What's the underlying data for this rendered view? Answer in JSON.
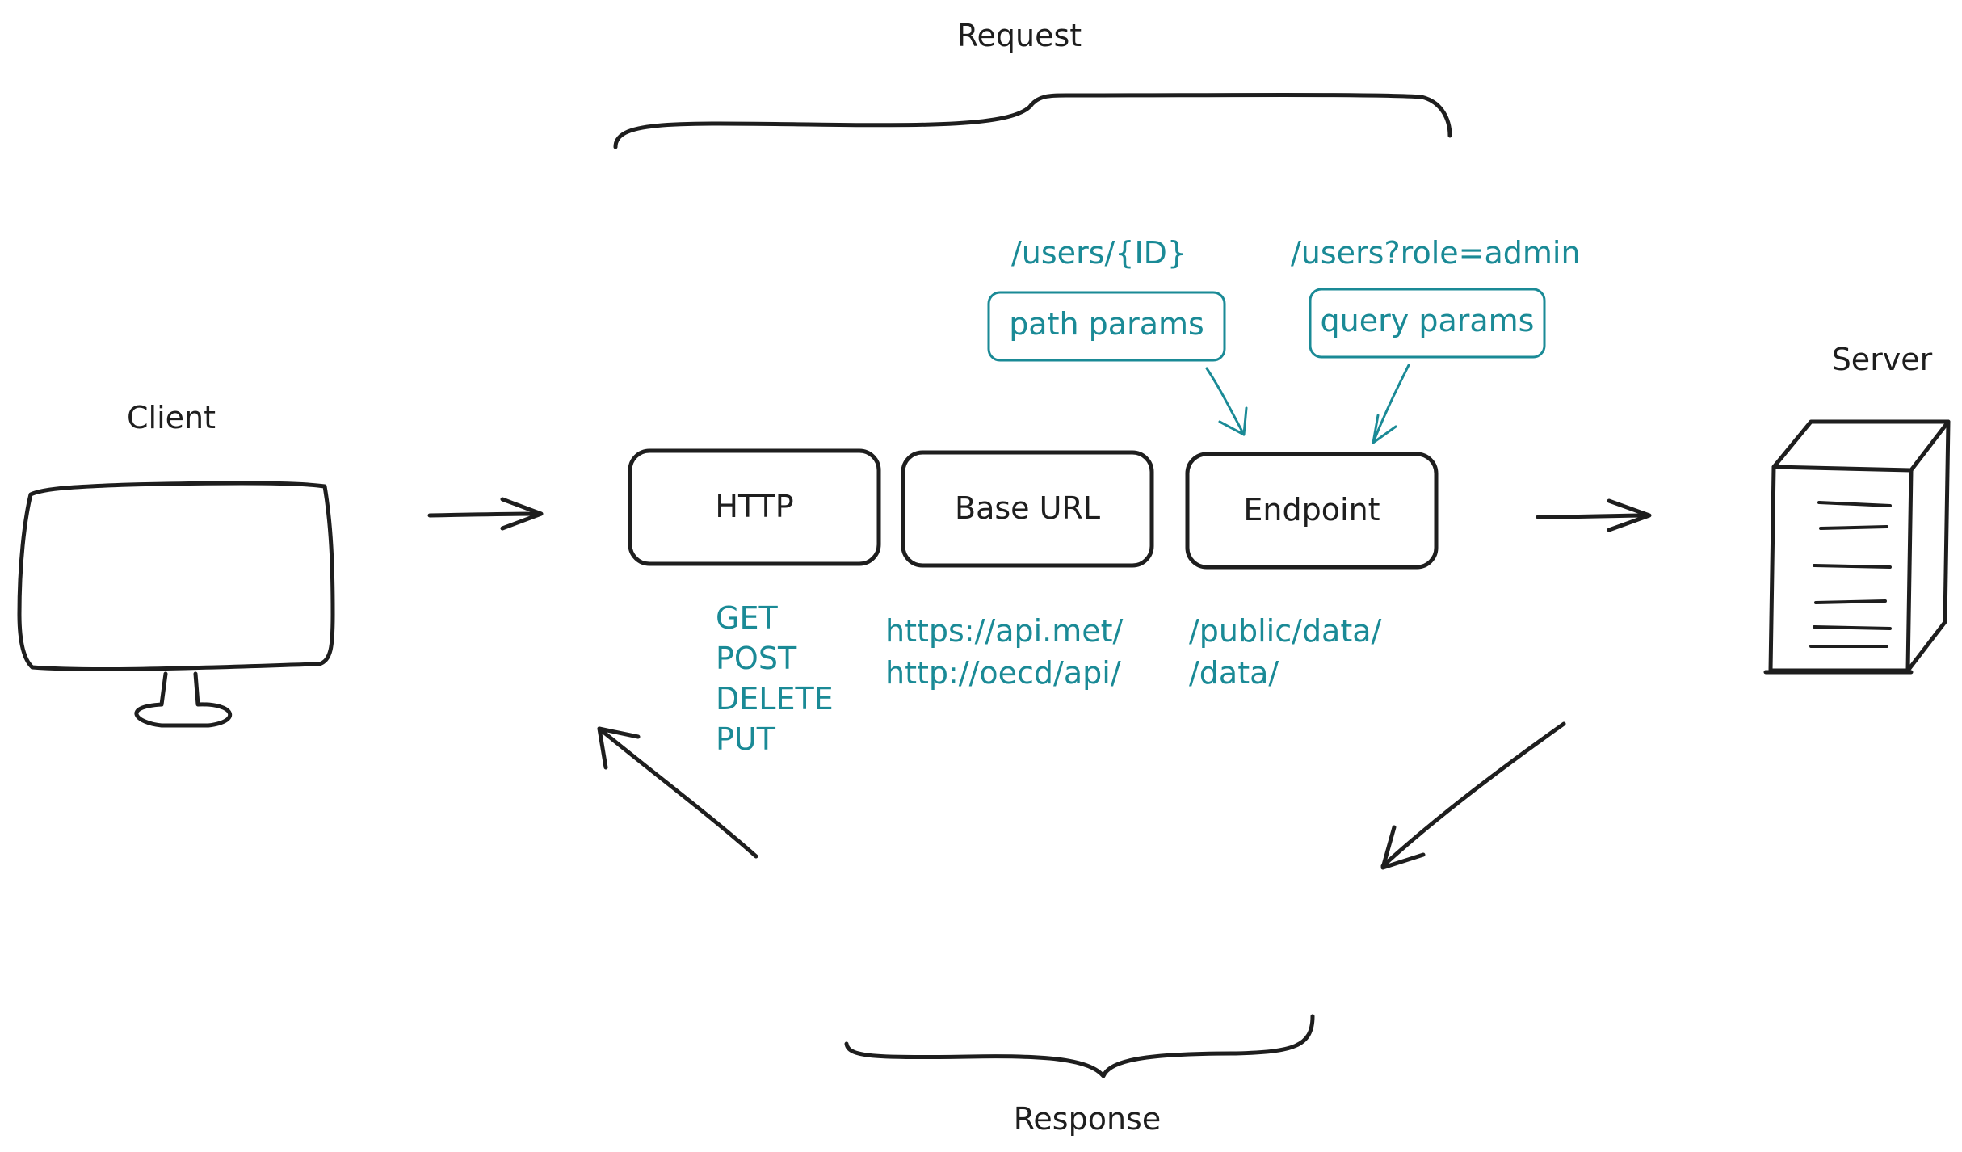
{
  "labels": {
    "request": "Request",
    "response": "Response",
    "client": "Client",
    "server": "Server"
  },
  "boxes": {
    "http": "HTTP",
    "base_url": "Base URL",
    "endpoint": "Endpoint"
  },
  "params": {
    "path": {
      "label": "path params",
      "example": "/users/{ID}"
    },
    "query": {
      "label": "query params",
      "example": "/users?role=admin"
    }
  },
  "methods": [
    "GET",
    "POST",
    "DELETE",
    "PUT"
  ],
  "base_urls": [
    "https://api.met/",
    "http://oecd/api/"
  ],
  "endpoints": [
    "/public/data/",
    "/data/"
  ],
  "colors": {
    "ink": "#1e1e1e",
    "accent": "#1a8a96"
  }
}
